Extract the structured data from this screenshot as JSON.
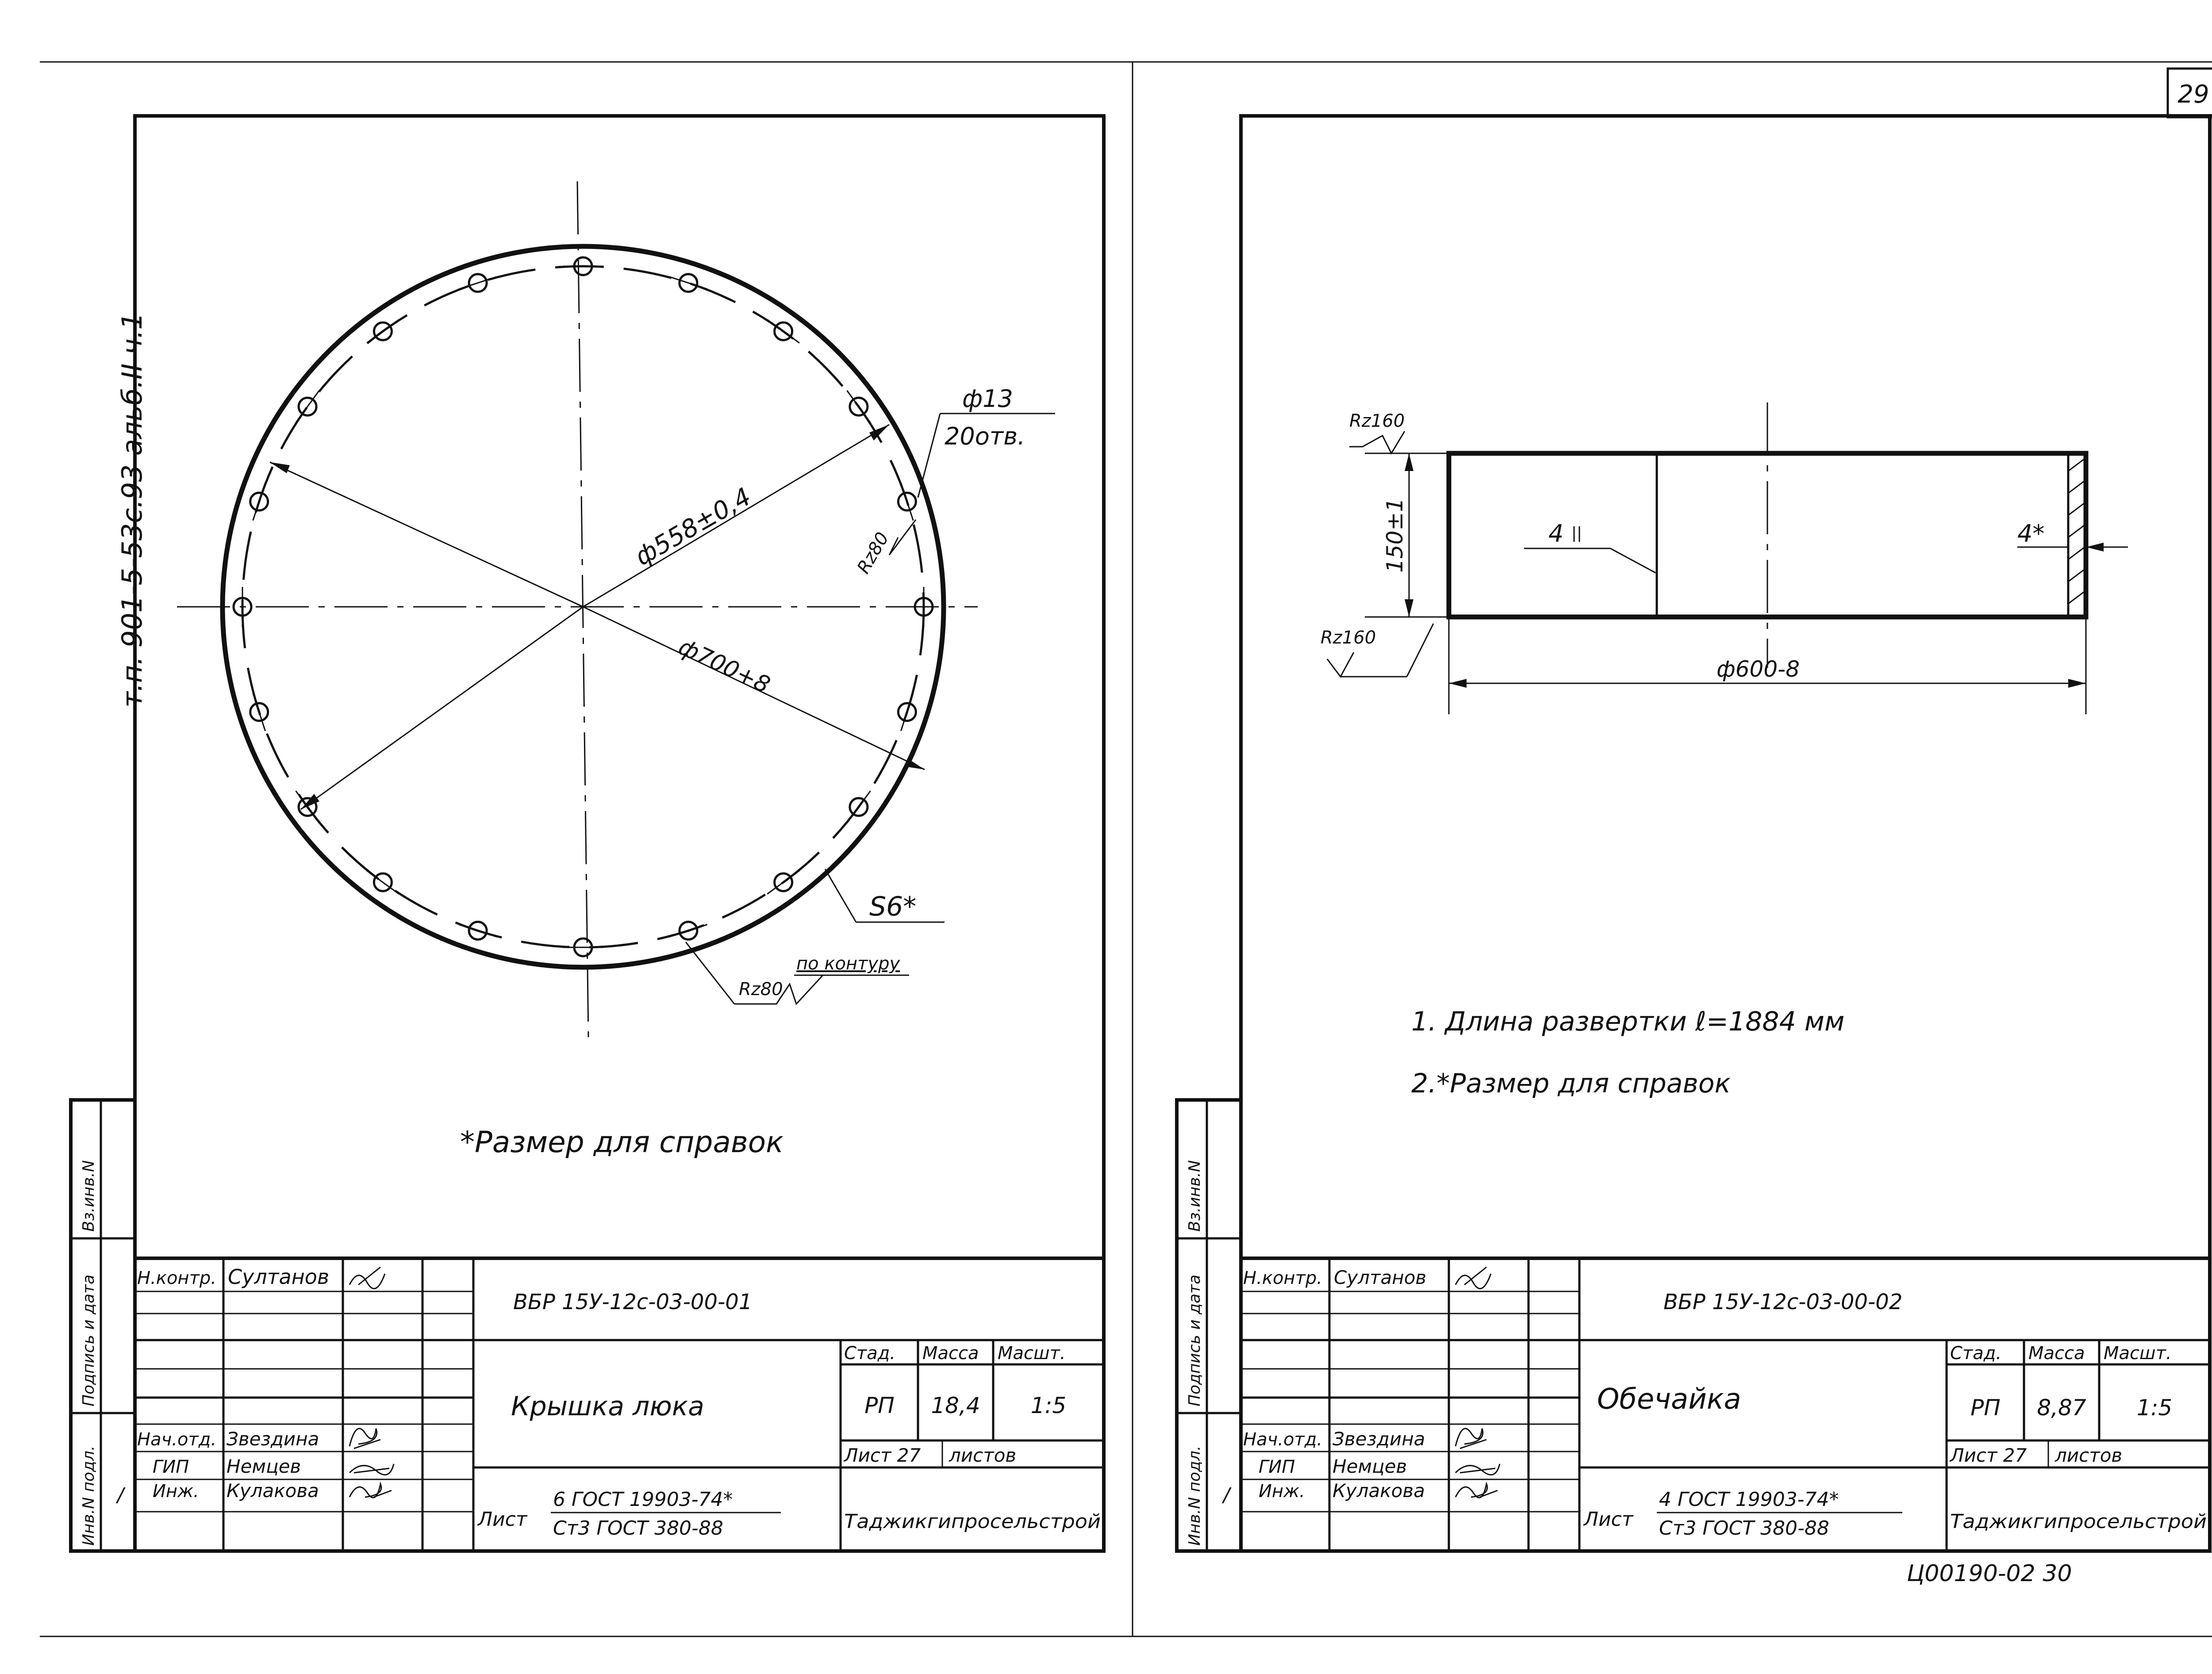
{
  "page_number": "29",
  "footer_code": "Ц00190-02 30",
  "left_sheet": {
    "side_code": "т.п. 901-5-53с.93 альб.II ч.1",
    "drawing": {
      "title": "Крышка люка",
      "dim_bolt_circle": "ф558±0,4",
      "dim_outer": "ф700+8",
      "dim_holes_1": "ф13",
      "dim_holes_2": "20отв.",
      "roughness_edge": "Rz80",
      "roughness_contour": "Rz80",
      "roughness_contour_note": "по контуру",
      "thickness": "S6*"
    },
    "note": "*Размер для справок",
    "stamp": {
      "code": "ВБР 15У-12с-03-00-01",
      "name": "Крышка люка",
      "stage_label": "Стад.",
      "mass_label": "Масса",
      "scale_label": "Масшт.",
      "stage": "РП",
      "mass": "18,4",
      "scale": "1:5",
      "sheet_label": "Лист 27",
      "sheets_label": "листов",
      "material_label": "Лист",
      "material_top": "6 ГОСТ 19903-74*",
      "material_bottom": "Ст3 ГОСТ 380-88",
      "org": "Таджикгипросельстрой",
      "roles": [
        "Н.контр.",
        "",
        "",
        "",
        "Нач.отд.",
        "ГИП",
        "Инж."
      ],
      "names": [
        "Султанов",
        "",
        "",
        "",
        "Звездина",
        "Немцев",
        "Кулакова"
      ],
      "margin_labels": [
        "Инв.N подл.",
        "Подпись и дата",
        "Вз.инв.N"
      ],
      "inv_mark": "/"
    }
  },
  "right_sheet": {
    "drawing": {
      "height": "150±1",
      "diameter": "ф600-8",
      "roughness_top": "Rz160",
      "roughness_bottom": "Rz160",
      "seam_label": "4",
      "thickness": "4*"
    },
    "notes": [
      "1. Длина развертки  ℓ=1884 мм",
      "2.*Размер  для  справок"
    ],
    "stamp": {
      "code": "ВБР 15У-12с-03-00-02",
      "name": "Обечайка",
      "stage_label": "Стад.",
      "mass_label": "Масса",
      "scale_label": "Масшт.",
      "stage": "РП",
      "mass": "8,87",
      "scale": "1:5",
      "sheet_label": "Лист 27",
      "sheets_label": "листов",
      "material_label": "Лист",
      "material_top": "4 ГОСТ 19903-74*",
      "material_bottom": "Ст3 ГОСТ 380-88",
      "org": "Таджикгипросельстрой",
      "roles": [
        "Н.контр.",
        "",
        "",
        "",
        "Нач.отд.",
        "ГИП",
        "Инж."
      ],
      "names": [
        "Султанов",
        "",
        "",
        "",
        "Звездина",
        "Немцев",
        "Кулакова"
      ],
      "margin_labels": [
        "Инв.N подл.",
        "Подпись и дата",
        "Вз.инв.N"
      ],
      "inv_mark": "/"
    }
  }
}
